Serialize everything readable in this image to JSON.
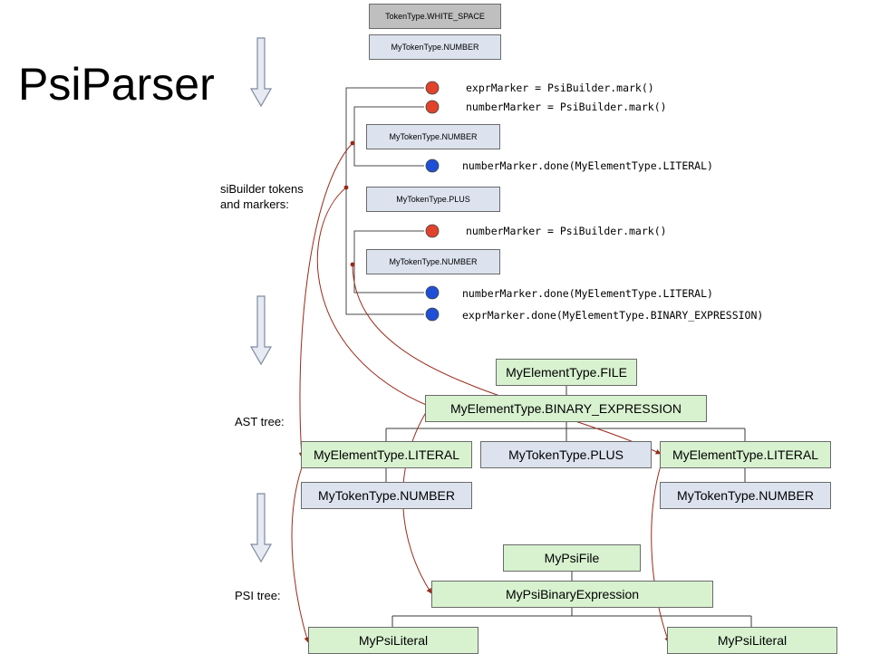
{
  "title": "PsiParser",
  "tokens": {
    "white_space": "TokenType.WHITE_SPACE",
    "number_top": "MyTokenType.NUMBER",
    "number1": "MyTokenType.NUMBER",
    "plus": "MyTokenType.PLUS",
    "number2": "MyTokenType.NUMBER"
  },
  "markers": [
    {
      "text": "exprMarker = PsiBuilder.mark()",
      "kind": "start",
      "color": "#e0432a"
    },
    {
      "text": "numberMarker = PsiBuilder.mark()",
      "kind": "start",
      "color": "#e0432a"
    },
    {
      "text": "numberMarker.done(MyElementType.LITERAL)",
      "kind": "done",
      "color": "#1f4fd6"
    },
    {
      "text": "numberMarker = PsiBuilder.mark()",
      "kind": "start",
      "color": "#e0432a"
    },
    {
      "text": "numberMarker.done(MyElementType.LITERAL)",
      "kind": "done",
      "color": "#1f4fd6"
    },
    {
      "text": "exprMarker.done(MyElementType.BINARY_EXPRESSION)",
      "kind": "done",
      "color": "#1f4fd6"
    }
  ],
  "labels": {
    "builder": "siBuilder tokens\nand markers:",
    "ast": "AST tree:",
    "psi": "PSI tree:"
  },
  "ast": {
    "file": "MyElementType.FILE",
    "binary": "MyElementType.BINARY_EXPRESSION",
    "literal_left": "MyElementType.LITERAL",
    "plus": "MyTokenType.PLUS",
    "literal_right": "MyElementType.LITERAL",
    "number_left": "MyTokenType.NUMBER",
    "number_right": "MyTokenType.NUMBER"
  },
  "psi": {
    "file": "MyPsiFile",
    "binary": "MyPsiBinaryExpression",
    "literal_left": "MyPsiLiteral",
    "literal_right": "MyPsiLiteral"
  },
  "colors": {
    "token_bg": "#dce3ef",
    "whitespace_bg": "#bfbfbf",
    "ast_bg": "#d8f2d0",
    "link": "#9a2a1a",
    "marker_start": "#e0432a",
    "marker_done": "#1f4fd6"
  }
}
